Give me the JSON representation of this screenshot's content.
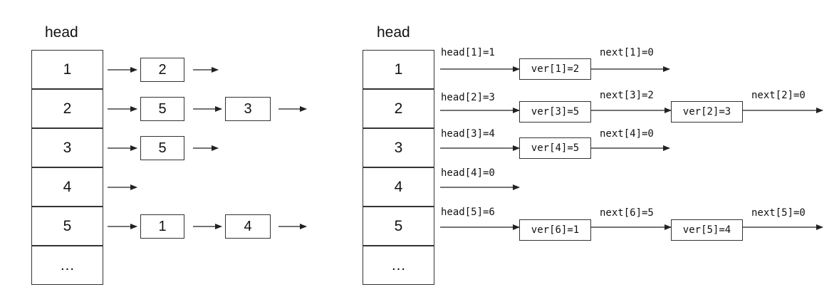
{
  "left": {
    "title": "head",
    "rows": [
      {
        "label": "1",
        "nodes": [
          "2"
        ]
      },
      {
        "label": "2",
        "nodes": [
          "5",
          "3"
        ]
      },
      {
        "label": "3",
        "nodes": [
          "5"
        ]
      },
      {
        "label": "4",
        "nodes": []
      },
      {
        "label": "5",
        "nodes": [
          "1",
          "4"
        ]
      },
      {
        "label": "…",
        "nodes": []
      }
    ]
  },
  "right": {
    "title": "head",
    "rows": [
      {
        "label": "1",
        "head": "head[1]=1",
        "v1": "ver[1]=2",
        "n1": "next[1]=0",
        "v2": "",
        "n2": ""
      },
      {
        "label": "2",
        "head": "head[2]=3",
        "v1": "ver[3]=5",
        "n1": "next[3]=2",
        "v2": "ver[2]=3",
        "n2": "next[2]=0"
      },
      {
        "label": "3",
        "head": "head[3]=4",
        "v1": "ver[4]=5",
        "n1": "next[4]=0",
        "v2": "",
        "n2": ""
      },
      {
        "label": "4",
        "head": "head[4]=0",
        "v1": "",
        "n1": "",
        "v2": "",
        "n2": ""
      },
      {
        "label": "5",
        "head": "head[5]=6",
        "v1": "ver[6]=1",
        "n1": "next[6]=5",
        "v2": "ver[5]=4",
        "n2": "next[5]=0"
      },
      {
        "label": "…",
        "head": "",
        "v1": "",
        "n1": "",
        "v2": "",
        "n2": ""
      }
    ]
  }
}
